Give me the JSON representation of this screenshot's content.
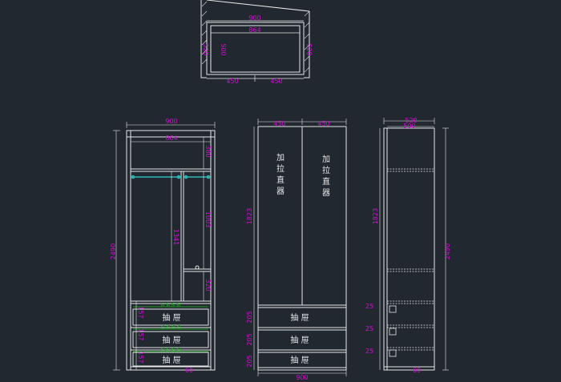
{
  "colors": {
    "background": "#212830",
    "line": "#e6e6e6",
    "dimension": "#d40fd4",
    "annotation": "#22c022",
    "hanger_rod": "#2fb7b7"
  },
  "plan_view": {
    "overall_width": "900",
    "inner_width": "864",
    "depth_left": "520",
    "inner_depth": "500",
    "depth_right": "520",
    "door_left": "450",
    "door_right": "450"
  },
  "front_interior": {
    "overall_width": "900",
    "inner_width": "864",
    "overall_height": "2490",
    "top_shelf_gap": "380",
    "hanging_left": "1341",
    "hanging_right": "1003",
    "lower_shelf": "320",
    "bottom_offset": "60",
    "drawer_heights": [
      "157",
      "157",
      "157"
    ],
    "drawer_labels": [
      "抽 屉",
      "抽 屉",
      "抽 屉"
    ],
    "rail_labels": [
      "扣 扣 扣 扣",
      "扣 扣 扣 扣",
      "扣 扣 扣 扣"
    ]
  },
  "front_elevation": {
    "door_left": "450",
    "door_right": "450",
    "door_height": "1823",
    "door_left_text": "加\n拉\n直\n器",
    "door_right_text": "加\n拉\n直\n器",
    "drawer_heights": [
      "205",
      "205",
      "205"
    ],
    "drawer_labels": [
      "抽 屉",
      "抽 屉",
      "抽 屉"
    ],
    "overall_width": "900"
  },
  "side_view": {
    "overall_depth": "520",
    "inner_depth": "500",
    "door_height": "1823",
    "overall_height": "2490",
    "drawer_gaps": [
      "25",
      "25",
      "25"
    ],
    "bottom_offset": "60"
  }
}
